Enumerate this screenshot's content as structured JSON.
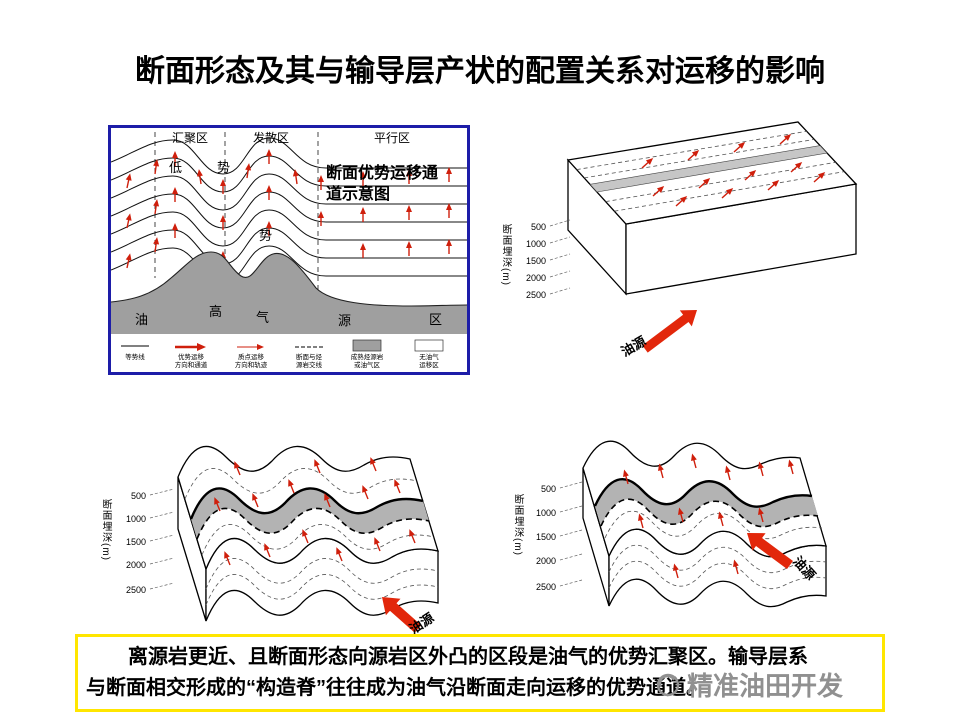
{
  "colors": {
    "frame_blue": "#1d1da8",
    "note_yellow": "#ffe600",
    "arrow_red": "#cf1f0c",
    "big_arrow_red": "#e2270b",
    "band_gray": "#b3b3b3",
    "basement_gray": "#9f9f9f",
    "watermark_gray": "#909090"
  },
  "slide": {
    "title": "断面形态及其与输导层产状的配置关系对运移的影响"
  },
  "map": {
    "caption_line1": "断面优势运移通",
    "caption_line2": "道示意图",
    "zones": [
      "汇聚区",
      "发散区",
      "平行区"
    ],
    "field_labels": {
      "low_1": "低",
      "low_2": "势",
      "mid": "势",
      "high": "高",
      "b1": "油",
      "b2": "气",
      "b3": "源",
      "b4": "区"
    },
    "legend": {
      "items": [
        {
          "lines": [
            "等势线",
            ""
          ]
        },
        {
          "lines": [
            "优势运移",
            "方向和通道"
          ]
        },
        {
          "lines": [
            "质点运移",
            "方向和轨迹"
          ]
        },
        {
          "lines": [
            "断面与烃",
            "源岩交线"
          ]
        },
        {
          "lines": [
            "成熟烃源岩",
            "或油气区"
          ]
        },
        {
          "lines": [
            "无油气",
            "运移区"
          ]
        }
      ]
    }
  },
  "blocks": {
    "depth_axis_label": "断面埋深(m)",
    "depths": [
      "500",
      "1000",
      "1500",
      "2000",
      "2500"
    ],
    "source_label": "油源"
  },
  "note": {
    "line1": "离源岩更近、且断面形态向源岩区外凸的区段是油气的优势汇聚区。输导层系",
    "line2": "与断面相交形成的“构造脊”往往成为油气沿断面走向运移的优势通道。"
  },
  "watermark": {
    "text": "精准油田开发"
  }
}
